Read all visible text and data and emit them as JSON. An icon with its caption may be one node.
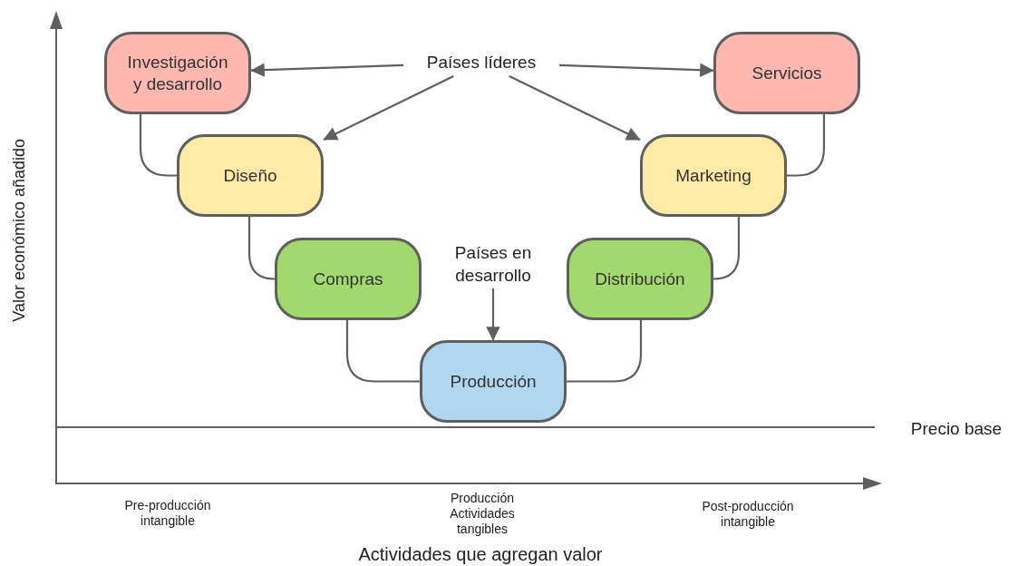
{
  "diagram": {
    "nodes": [
      {
        "text": [
          "Investigación y desarrollo"
        ]
      },
      {
        "text": [
          "Servicios"
        ]
      },
      {
        "text": [
          "Diseño"
        ]
      },
      {
        "text": [
          "Marketing"
        ]
      },
      {
        "text": [
          "Compras"
        ]
      },
      {
        "text": [
          "Distribución"
        ]
      },
      {
        "text": [
          "Producción"
        ]
      },
      {
        "text": [
          "Países líderes"
        ]
      },
      {
        "text": [
          "Países en desarrollo"
        ]
      }
    ],
    "edges": [
      {
        "from": 7,
        "to": 0,
        "arrow": "to"
      },
      {
        "from": 7,
        "to": 1,
        "arrow": "to"
      },
      {
        "from": 7,
        "to": 2,
        "arrow": "to"
      },
      {
        "from": 7,
        "to": 3,
        "arrow": "to"
      },
      {
        "from": 8,
        "to": 6,
        "arrow": "to"
      },
      {
        "from": 0,
        "to": 2,
        "arrow": "none"
      },
      {
        "from": 2,
        "to": 4,
        "arrow": "none"
      },
      {
        "from": 4,
        "to": 6,
        "arrow": "none"
      },
      {
        "from": 6,
        "to": 5,
        "arrow": "none"
      },
      {
        "from": 5,
        "to": 3,
        "arrow": "none"
      },
      {
        "from": 3,
        "to": 1,
        "arrow": "none"
      }
    ],
    "labels": [
      "Valor económico añadido",
      "Precio base",
      "Pre-producción intangible",
      "Producción Actividades tangibles",
      "Post-producción intangible",
      "Actividades que agregan valor"
    ]
  }
}
